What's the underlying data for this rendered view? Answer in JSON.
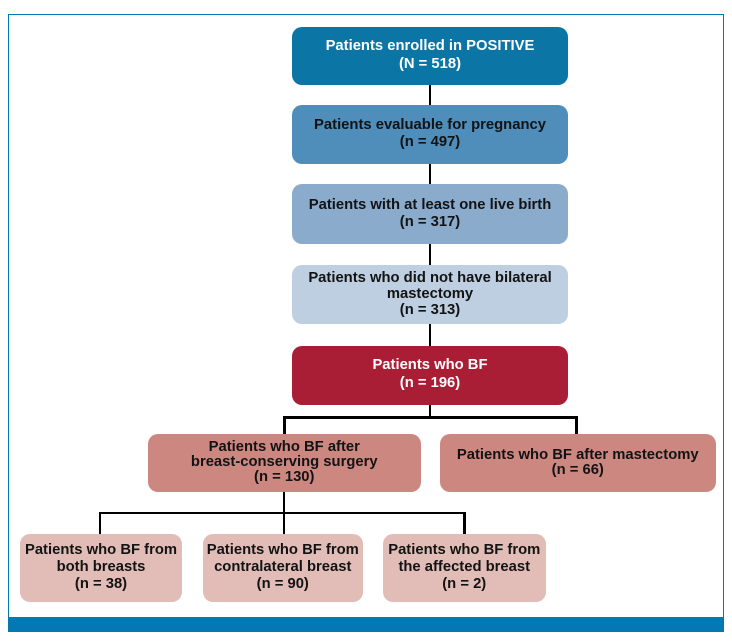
{
  "figure": {
    "type": "flow-diagram",
    "background": "#ffffff",
    "frame_color": "#0378b3",
    "connector_color": "#000000",
    "flowchart": {
      "nodes": [
        {
          "id": "enrolled",
          "lines": [
            "Patients enrolled in POSITIVE",
            "(N = 518)"
          ],
          "fill": "#0b76a6",
          "text_color": "#ffffff"
        },
        {
          "id": "evaluable-pregnancy",
          "lines": [
            "Patients evaluable for pregnancy",
            "(n = 497)"
          ],
          "fill": "#4f8dba",
          "text_color": "#131313"
        },
        {
          "id": "live-birth",
          "lines": [
            "Patients with at least one live birth",
            "(n = 317)"
          ],
          "fill": "#8babcd",
          "text_color": "#131313"
        },
        {
          "id": "no-bilateral-mastectomy",
          "lines": [
            "Patients who did not have bilateral",
            "mastectomy",
            "(n = 313)"
          ],
          "fill": "#bdcfe1",
          "text_color": "#131313"
        },
        {
          "id": "bf",
          "lines": [
            "Patients who BF",
            "(n = 196)"
          ],
          "fill": "#a91e35",
          "text_color": "#ffffff"
        },
        {
          "id": "bf-breast-conserving",
          "lines": [
            "Patients who BF after",
            "breast-conserving surgery",
            "(n = 130)"
          ],
          "fill": "#cd8781",
          "text_color": "#131313"
        },
        {
          "id": "bf-mastectomy",
          "lines": [
            "Patients who BF after mastectomy",
            "(n = 66)"
          ],
          "fill": "#cd8781",
          "text_color": "#131313"
        },
        {
          "id": "bf-both-breasts",
          "lines": [
            "Patients who BF from",
            "both breasts",
            "(n = 38)"
          ],
          "fill": "#e2bdb7",
          "text_color": "#131313"
        },
        {
          "id": "bf-contralateral-breast",
          "lines": [
            "Patients who BF from",
            "contralateral breast",
            "(n = 90)"
          ],
          "fill": "#e2bdb7",
          "text_color": "#131313"
        },
        {
          "id": "bf-affected-breast",
          "lines": [
            "Patients who BF from",
            "the affected breast",
            "(n = 2)"
          ],
          "fill": "#e2bdb7",
          "text_color": "#131313"
        }
      ],
      "edges": [
        {
          "from": "enrolled",
          "to": "evaluable-pregnancy"
        },
        {
          "from": "evaluable-pregnancy",
          "to": "live-birth"
        },
        {
          "from": "live-birth",
          "to": "no-bilateral-mastectomy"
        },
        {
          "from": "no-bilateral-mastectomy",
          "to": "bf"
        },
        {
          "from": "bf",
          "to": "bf-breast-conserving"
        },
        {
          "from": "bf",
          "to": "bf-mastectomy"
        },
        {
          "from": "bf-breast-conserving",
          "to": "bf-both-breasts"
        },
        {
          "from": "bf-breast-conserving",
          "to": "bf-contralateral-breast"
        },
        {
          "from": "bf-breast-conserving",
          "to": "bf-affected-breast"
        }
      ]
    }
  }
}
